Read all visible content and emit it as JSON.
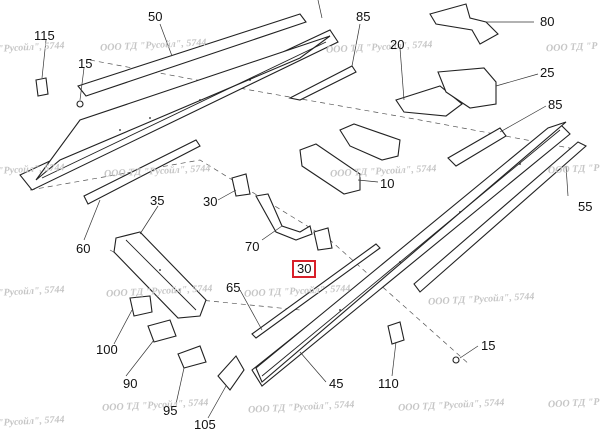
{
  "watermark": "ООО ТД \"Русойл\", 5744",
  "watermark_partial_left": "\"Русойл\", 5744",
  "watermark_partial_right": "ООО ТД \"Р",
  "callouts": {
    "c50": "50",
    "c85a": "85",
    "c80": "80",
    "c115": "115",
    "c20": "20",
    "c15a": "15",
    "c25": "25",
    "c85b": "85",
    "c10": "10",
    "c55": "55",
    "c30a": "30",
    "c35": "35",
    "c60": "60",
    "c70": "70",
    "c30b": "30",
    "c65": "65",
    "c100": "100",
    "c90": "90",
    "c95": "95",
    "c105": "105",
    "c45": "45",
    "c110": "110",
    "c15b": "15"
  },
  "highlight_color": "#d8202a"
}
